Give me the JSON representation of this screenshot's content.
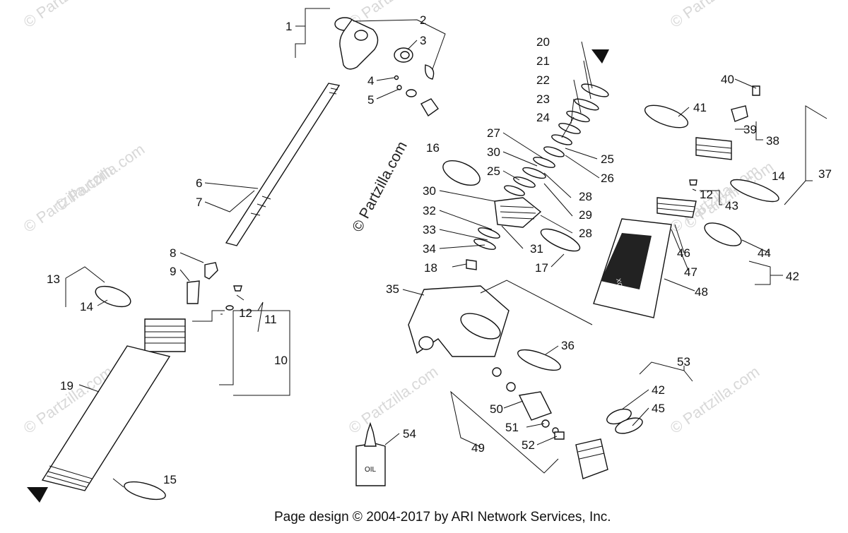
{
  "diagram": {
    "footer": "Page design © 2004-2017 by ARI Network Services, Inc.",
    "oil_label": "OIL",
    "reservoir_label": "XOHS OE3",
    "callouts": [
      "1",
      "2",
      "3",
      "4",
      "5",
      "6",
      "7",
      "8",
      "9",
      "10",
      "11",
      "12",
      "12",
      "13",
      "14",
      "14",
      "15",
      "16",
      "17",
      "18",
      "19",
      "20",
      "21",
      "22",
      "23",
      "24",
      "25",
      "25",
      "26",
      "27",
      "28",
      "28",
      "29",
      "30",
      "30",
      "31",
      "32",
      "33",
      "34",
      "35",
      "36",
      "37",
      "38",
      "39",
      "40",
      "41",
      "42",
      "42",
      "43",
      "44",
      "45",
      "46",
      "47",
      "48",
      "49",
      "50",
      "51",
      "52",
      "53",
      "54"
    ],
    "watermarks": [
      "© Partzilla.com",
      "© Partzilla.com",
      "© Partzilla.com",
      "© Partzilla.com",
      "© Partzilla.com",
      "© Partzilla.com",
      "© Partzilla.com",
      "© Partzilla.com",
      "© Partzilla.com",
      "© Partzilla.com",
      "© Partzilla.com"
    ]
  }
}
